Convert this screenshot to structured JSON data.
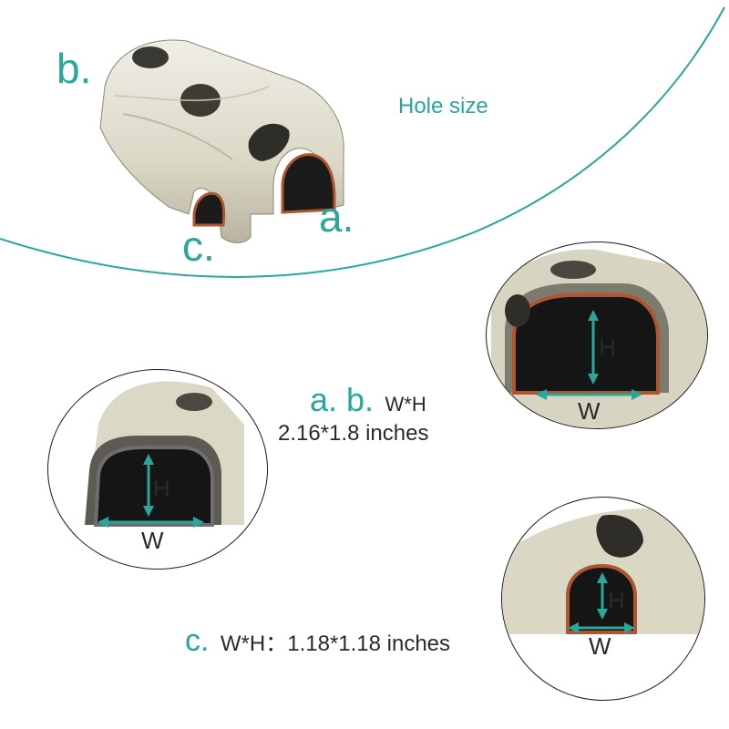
{
  "colors": {
    "accent": "#2aa79b",
    "text": "#2a2a2a"
  },
  "top": {
    "label_b": "b.",
    "label_a": "a.",
    "label_c": "c.",
    "hole_size_title": "Hole size"
  },
  "ab_spec": {
    "label": "a. b.",
    "dims_label": "W*H",
    "value": "2.16*1.8 inches"
  },
  "c_spec": {
    "label": "c.",
    "text": "W*H：1.18*1.18 inches"
  },
  "detail_circles": [
    {
      "name": "detail-large-right",
      "h_label": "H",
      "w_label": "W"
    },
    {
      "name": "detail-large-left",
      "h_label": "H",
      "w_label": "W"
    },
    {
      "name": "detail-small",
      "h_label": "H",
      "w_label": "W"
    }
  ]
}
